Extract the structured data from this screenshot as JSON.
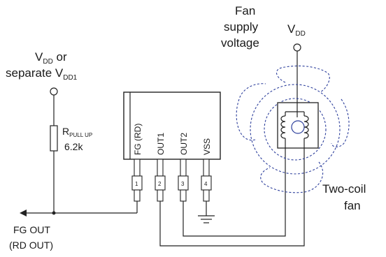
{
  "supply_pullup": {
    "line1_main": "V",
    "line1_sub": "DD",
    "line1_tail": " or",
    "line2_main": "separate V",
    "line2_sub": "DD1"
  },
  "resistor": {
    "name_main": "R",
    "name_sub": "PULL UP",
    "value": "6.2k"
  },
  "ic": {
    "pin_labels": [
      "FG (RD)",
      "OUT1",
      "OUT2",
      "VSS"
    ],
    "pin_numbers": [
      "1",
      "2",
      "3",
      "4"
    ]
  },
  "fan_supply": {
    "line1": "Fan",
    "line2": "supply",
    "line3": "voltage",
    "vdd_main": "V",
    "vdd_sub": "DD"
  },
  "fan": {
    "line1": "Two-coil",
    "line2": "fan"
  },
  "output": {
    "line1": "FG OUT",
    "line2": "(RD OUT)"
  }
}
